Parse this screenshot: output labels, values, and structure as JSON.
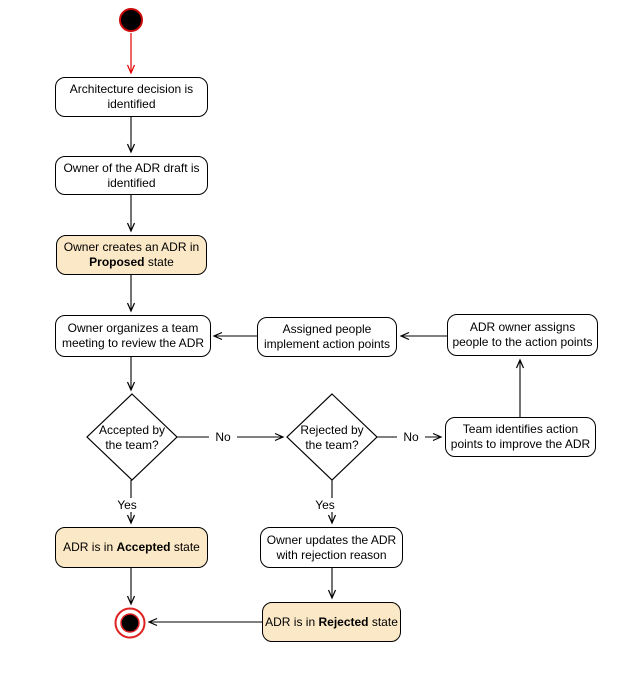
{
  "diagram": {
    "nodes": {
      "architecture": {
        "line1": "Architecture decision is",
        "line2": "identified"
      },
      "owner_draft": {
        "line1": "Owner of the ADR draft is",
        "line2": "identified"
      },
      "create_proposed": {
        "line1": "Owner creates an ADR in",
        "line2_bold": "Proposed",
        "line2_suffix": " state"
      },
      "organize_meeting": {
        "line1": "Owner organizes a team",
        "line2": "meeting to review the ADR"
      },
      "implement_points": {
        "line1": "Assigned people",
        "line2": "implement action points"
      },
      "assign_people": {
        "line1": "ADR owner assigns",
        "line2": "people to the action points"
      },
      "identify_points": {
        "line1": "Team identifies action",
        "line2": "points to improve the ADR"
      },
      "accepted_state": {
        "prefix": "ADR is in ",
        "bold": "Accepted",
        "suffix": " state"
      },
      "update_rejection": {
        "line1": "Owner updates the ADR",
        "line2": "with rejection reason"
      },
      "rejected_state": {
        "prefix": "ADR is in ",
        "bold": "Rejected",
        "suffix": " state"
      }
    },
    "decisions": {
      "accepted": {
        "line1": "Accepted by",
        "line2": "the team?"
      },
      "rejected": {
        "line1": "Rejected by",
        "line2": "the team?"
      }
    },
    "edge_labels": {
      "accepted_yes": "Yes",
      "accepted_no": "No",
      "rejected_yes": "Yes",
      "rejected_no": "No"
    },
    "colors": {
      "state_fill": "#FBE8C6",
      "activity_fill": "#FFFFFF",
      "border": "#000000",
      "edge": "#000000",
      "initial_arrow": "#E60000",
      "terminal_red": "#E02222"
    }
  }
}
